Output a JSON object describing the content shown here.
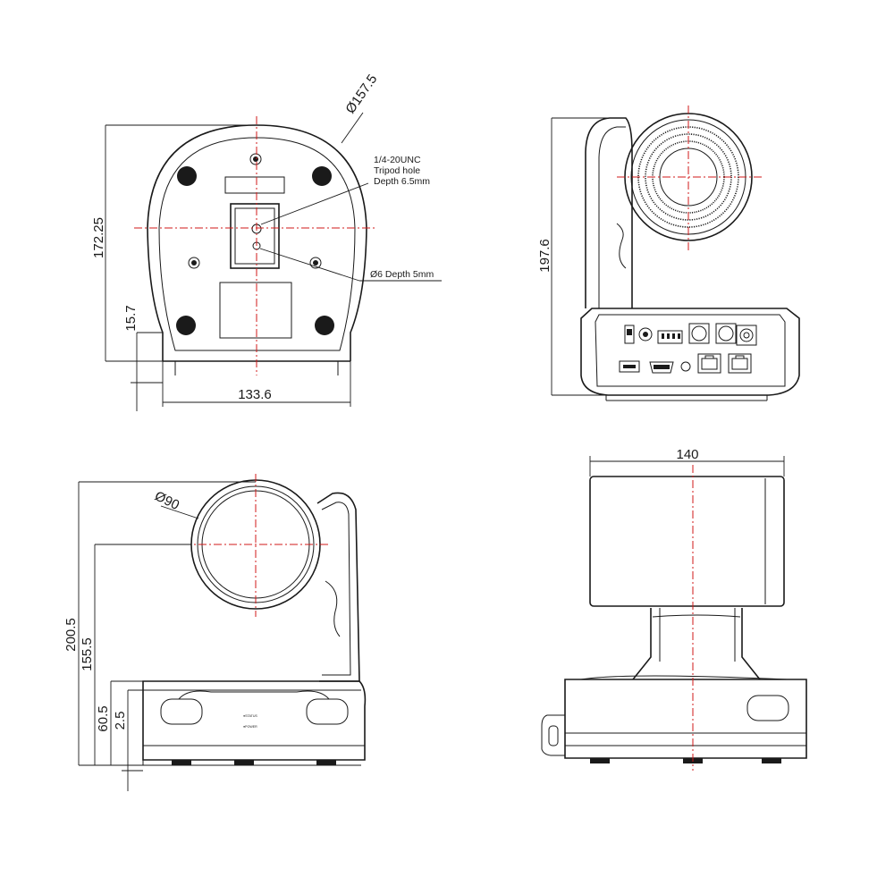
{
  "views": {
    "bottom": {
      "dim_width": "133.6",
      "dim_height": "172.25",
      "dim_foot": "15.7",
      "dim_radius": "Ø157.5",
      "note_tripod": [
        "1/4-20UNC",
        "Tripod hole",
        "Depth 6.5mm"
      ],
      "note_hole": "Ø6 Depth 5mm"
    },
    "rear": {
      "dim_height": "197.6"
    },
    "side": {
      "dim_lens": "Ø90",
      "dim_total": "200.5",
      "dim_axis": "155.5",
      "dim_base": "60.5",
      "dim_foot": "2.5",
      "panel_labels": [
        "●STATUS",
        "●POWER"
      ]
    },
    "front": {
      "dim_width": "140"
    }
  },
  "colors": {
    "line": "#1a1a1a",
    "centerline": "#d01818"
  }
}
